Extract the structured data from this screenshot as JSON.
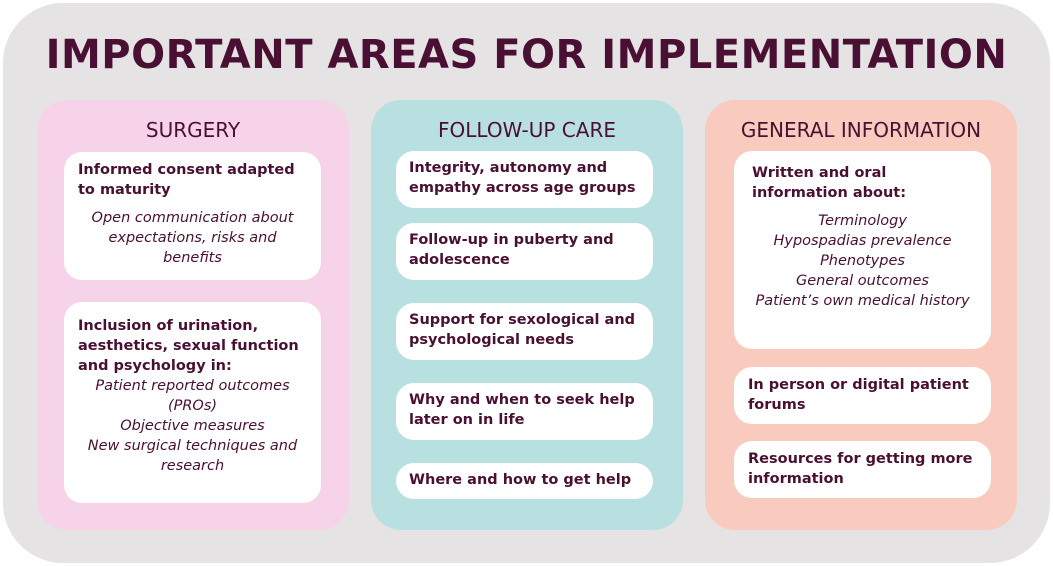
{
  "title": "IMPORTANT AREAS FOR IMPLEMENTATION",
  "columns": [
    {
      "title": "SURGERY",
      "cards": [
        {
          "heading": "Informed consent adapted to maturity",
          "lines": [
            "Open communication about expectations, risks and benefits"
          ]
        },
        {
          "heading": "Inclusion of urination, aesthetics, sexual function and psychology in:",
          "lines": [
            "Patient reported outcomes (PROs)",
            "Objective measures",
            "New surgical techniques and research"
          ]
        }
      ]
    },
    {
      "title": "FOLLOW-UP CARE",
      "cards": [
        {
          "heading": "Integrity, autonomy and empathy across age groups"
        },
        {
          "heading": "Follow-up in puberty and adolescence"
        },
        {
          "heading": "Support for sexological and psychological needs"
        },
        {
          "heading": "Why and when to seek help later on in life"
        },
        {
          "heading": "Where and how to get help"
        }
      ]
    },
    {
      "title": "GENERAL INFORMATION",
      "cards": [
        {
          "heading": "Written and oral information about:",
          "lines": [
            "Terminology",
            "Hypospadias prevalence",
            "Phenotypes",
            "General outcomes",
            "Patient’s own medical history"
          ]
        },
        {
          "heading": "In person or digital patient forums"
        },
        {
          "heading": "Resources for getting more information"
        }
      ]
    }
  ]
}
